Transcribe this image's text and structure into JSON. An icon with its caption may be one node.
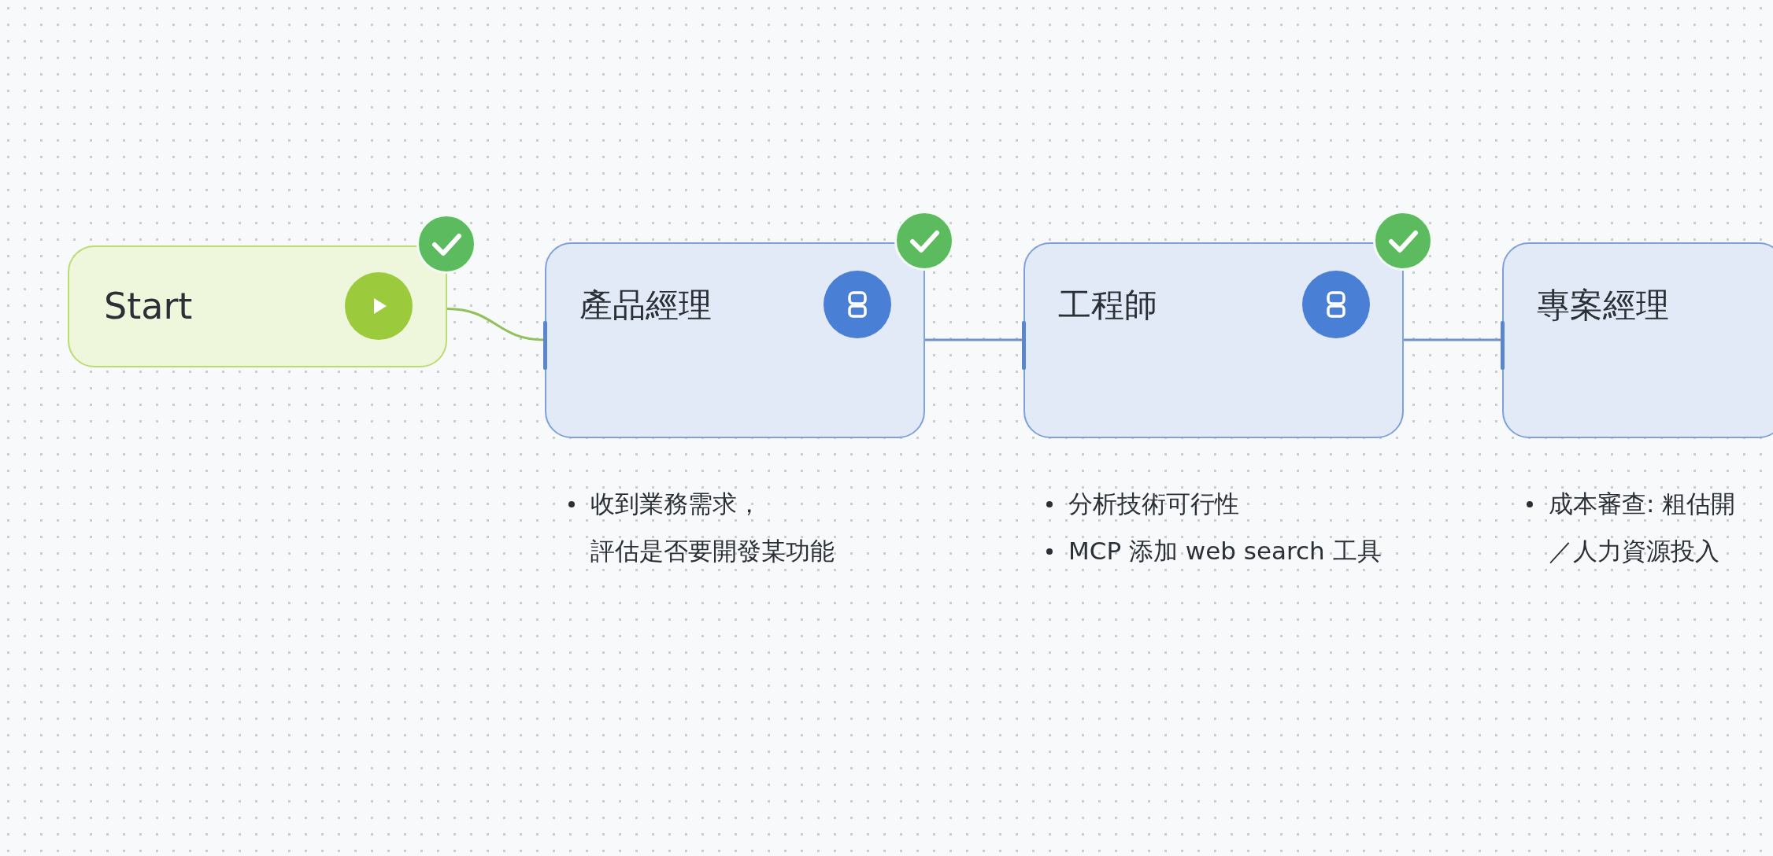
{
  "diagram": {
    "nodes": [
      {
        "text": [
          "Start"
        ]
      },
      {
        "text": [
          "產品經理"
        ],
        "beside": [
          "收到業務需求，評估是否要開發某功能"
        ]
      },
      {
        "text": [
          "工程師"
        ],
        "beside": [
          "分析技術可行性",
          "MCP 添加 web search 工具"
        ]
      },
      {
        "text": [
          "專案經理"
        ],
        "beside": [
          "成本審查: 粗估開／人力資源投入"
        ]
      }
    ],
    "edges": [
      {
        "from": 0,
        "to": 1,
        "arrow": "none",
        "color": "#8fc25a"
      },
      {
        "from": 1,
        "to": 2,
        "arrow": "none"
      },
      {
        "from": 2,
        "to": 3,
        "arrow": "none"
      }
    ]
  }
}
